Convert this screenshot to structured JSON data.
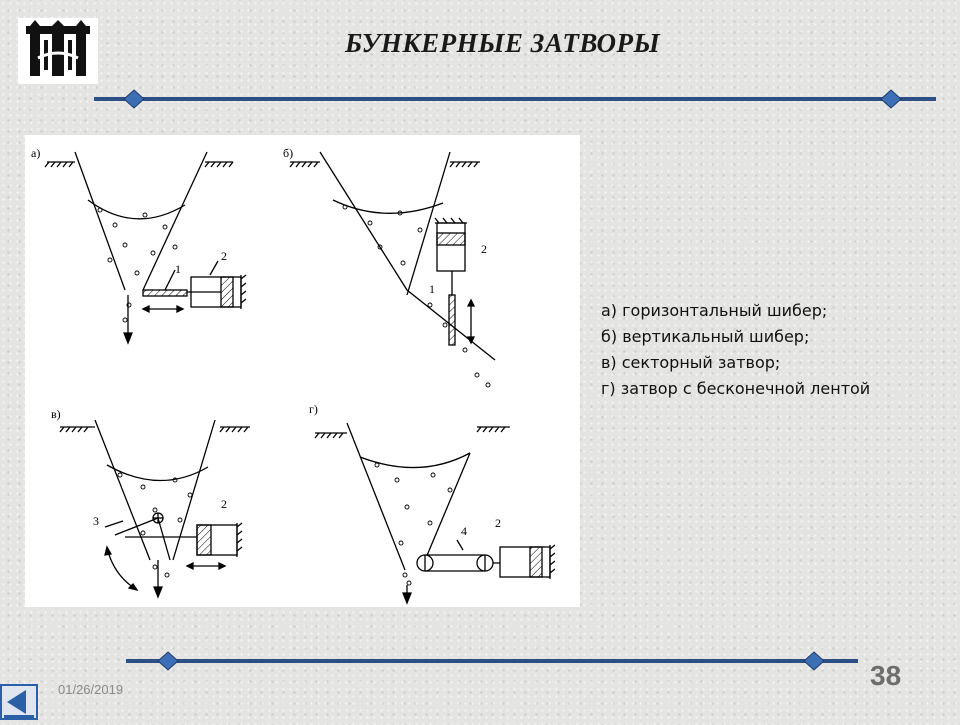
{
  "slide": {
    "title": "БУНКЕРНЫЕ ЗАТВОРЫ",
    "date": "01/26/2019",
    "page_number": "38"
  },
  "figure": {
    "panels": [
      {
        "id": "a",
        "label": "а)",
        "parts": [
          "1",
          "2"
        ]
      },
      {
        "id": "b",
        "label": "б)",
        "parts": [
          "1",
          "2"
        ]
      },
      {
        "id": "v",
        "label": "в)",
        "parts": [
          "3",
          "2"
        ]
      },
      {
        "id": "g",
        "label": "г)",
        "parts": [
          "4",
          "2"
        ]
      }
    ]
  },
  "legend": {
    "items": [
      "а) горизонтальный шибер;",
      "б) вертикальный шибер;",
      "в) секторный затвор;",
      "г) затвор с бесконечной лентой"
    ]
  },
  "colors": {
    "rule": "#2e4f86",
    "diamond": "#3c6fb5",
    "accent_icon": "#2b5fa8"
  },
  "icons": {
    "logo": "university-logo-icon",
    "nav": "nav-back-icon"
  }
}
